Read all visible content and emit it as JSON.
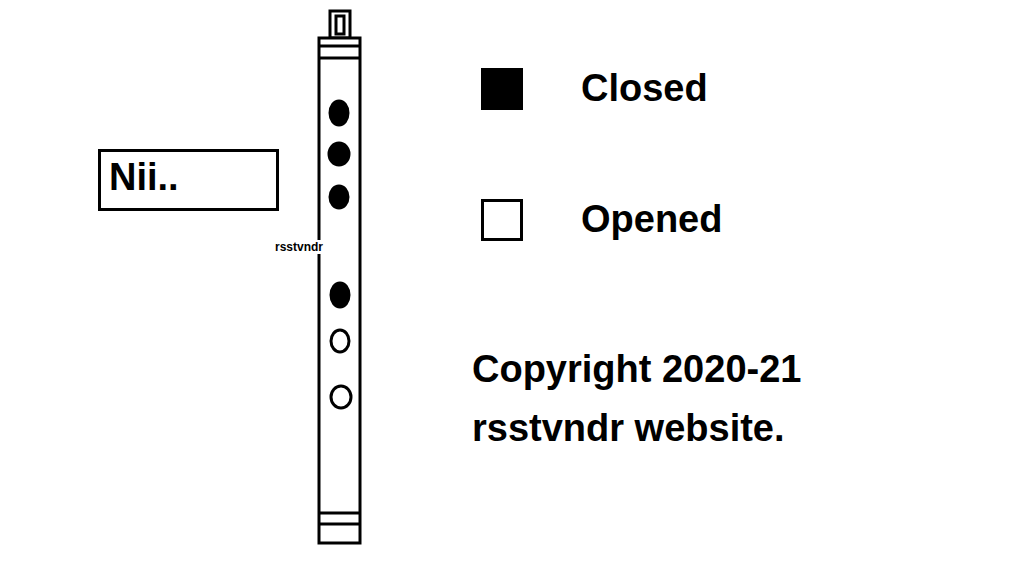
{
  "diagram": {
    "nodes": [
      {
        "text": [
          "Nii.."
        ]
      }
    ],
    "labels": [
      "rsstvndr",
      "Copyright 2020-21 rsstvndr website."
    ],
    "legend": [
      {
        "text": "Closed",
        "color": "#000000"
      },
      {
        "text": "Opened",
        "color": "#ffffff"
      }
    ]
  }
}
